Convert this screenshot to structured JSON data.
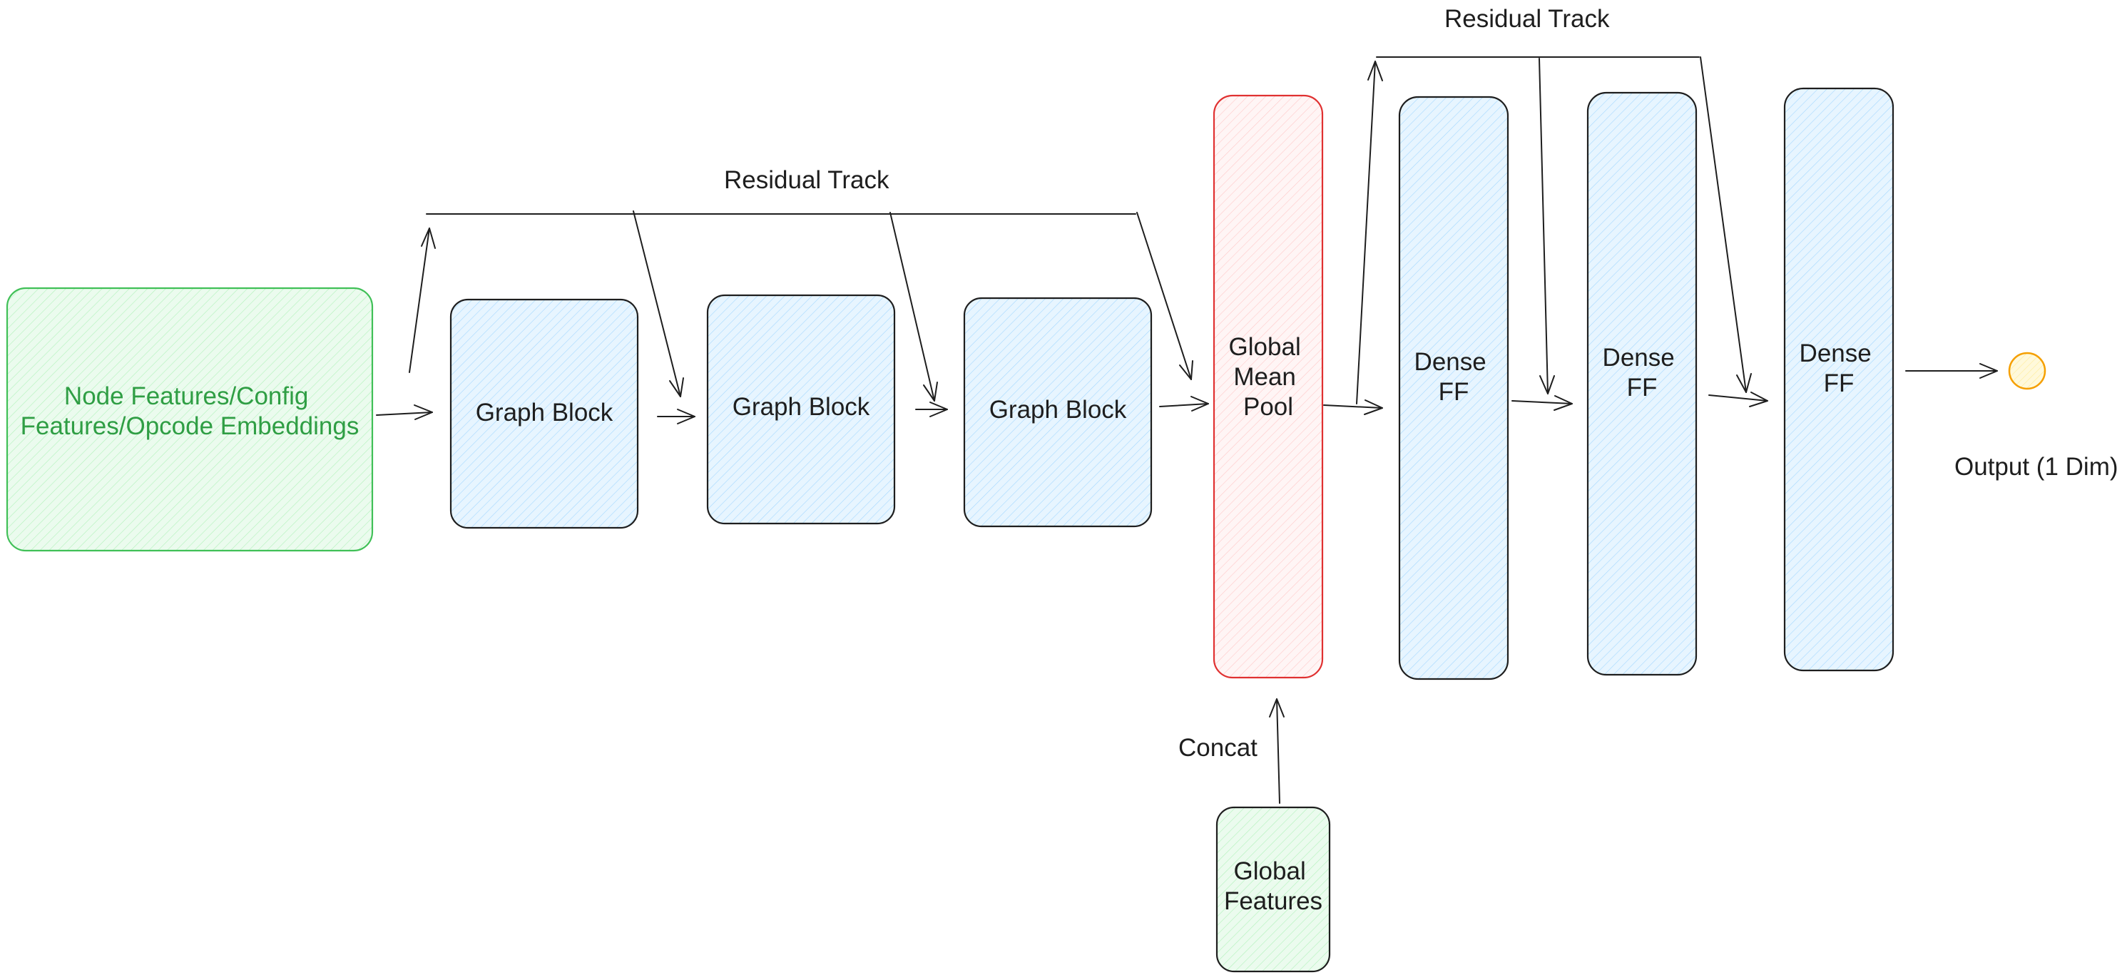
{
  "colors": {
    "input_stroke": "#40c057",
    "input_fill": "#ebfbee",
    "input_text": "#2f9e44",
    "block_stroke": "#1e1e1e",
    "block_fill": "#e7f5ff",
    "pool_stroke": "#e03131",
    "pool_fill": "#fff5f5",
    "global_fill": "#ebfbee",
    "output_stroke": "#f59f00",
    "output_fill": "#fff9db"
  },
  "nodes": {
    "input": [
      "Node Features/Config",
      "Features/Opcode Embeddings"
    ],
    "graph_block_1": [
      "Graph Block"
    ],
    "graph_block_2": [
      "Graph Block"
    ],
    "graph_block_3": [
      "Graph Block"
    ],
    "global_mean_pool": [
      "Global",
      "Mean",
      "Pool"
    ],
    "dense_ff_1": [
      "Dense",
      "FF"
    ],
    "dense_ff_2": [
      "Dense",
      "FF"
    ],
    "dense_ff_3": [
      "Dense",
      "FF"
    ],
    "global_features": [
      "Global",
      "Features"
    ]
  },
  "labels": {
    "residual_track_1": "Residual Track",
    "residual_track_2": "Residual Track",
    "concat": "Concat",
    "output": "Output (1 Dim)"
  },
  "icons": {
    "output_node": "circle-icon",
    "arrowheads": "arrowhead-icon"
  }
}
